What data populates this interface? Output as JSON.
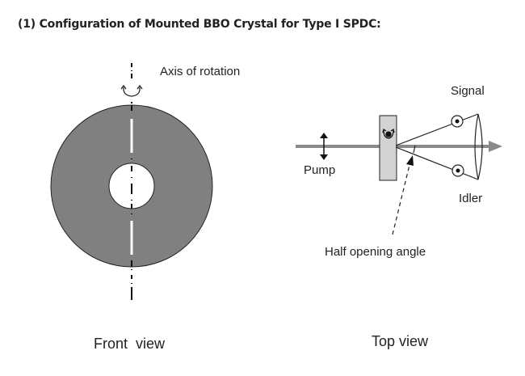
{
  "title": "(1) Configuration of Mounted BBO Crystal for Type I SPDC:",
  "front_view": {
    "axis_label": "Axis of rotation",
    "caption": "Front  view",
    "disc_color": "#808080"
  },
  "top_view": {
    "pump_label": "Pump",
    "signal_label": "Signal",
    "idler_label": "Idler",
    "angle_label": "Half opening angle",
    "caption": "Top view",
    "beam_color": "#8a8a8a",
    "crystal_color": "#d3d3d3"
  }
}
